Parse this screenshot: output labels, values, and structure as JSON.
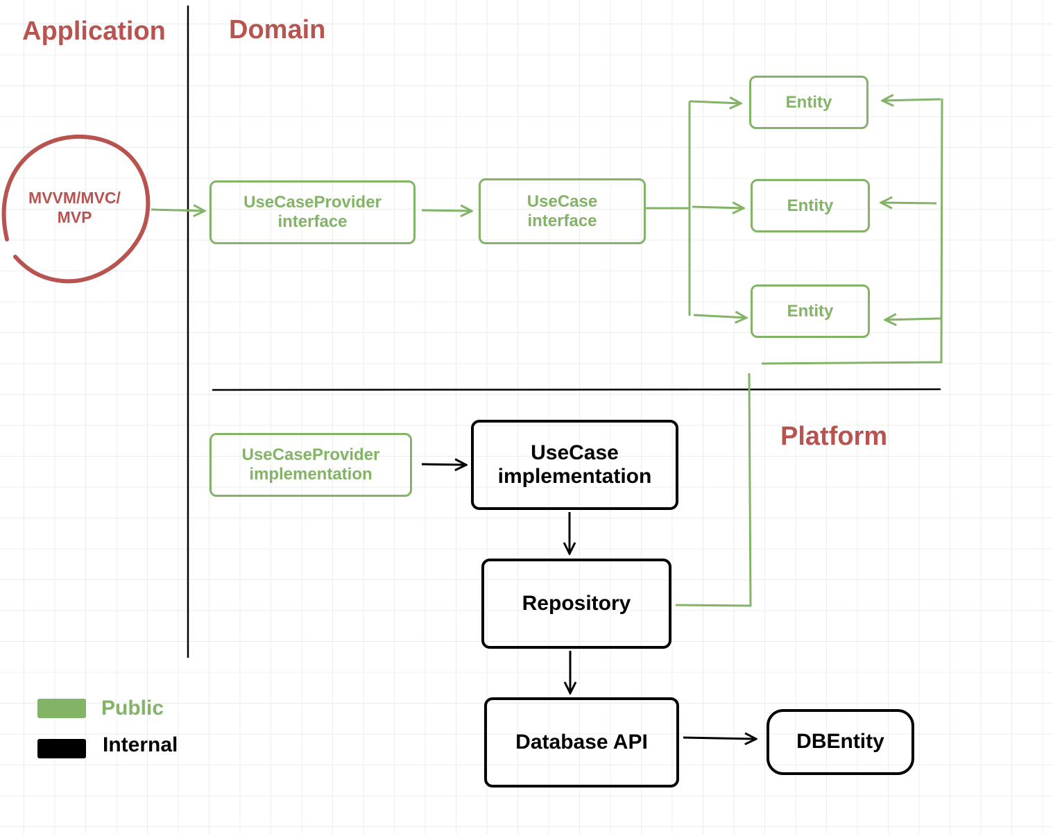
{
  "layers": {
    "application": "Application",
    "domain": "Domain",
    "platform": "Platform"
  },
  "nodes": {
    "presentation": "MVVM/MVC/\nMVP",
    "usecase_provider_interface": "UseCaseProvider\ninterface",
    "usecase_interface": "UseCase\ninterface",
    "entity_1": "Entity",
    "entity_2": "Entity",
    "entity_3": "Entity",
    "usecase_provider_impl": "UseCaseProvider\nimplementation",
    "usecase_impl": "UseCase\nimplementation",
    "repository": "Repository",
    "database_api": "Database API",
    "db_entity": "DBEntity"
  },
  "legend": {
    "public": "Public",
    "internal": "Internal"
  },
  "colors": {
    "public": "#82b366",
    "internal": "#000000",
    "layer_title": "#b85450"
  }
}
